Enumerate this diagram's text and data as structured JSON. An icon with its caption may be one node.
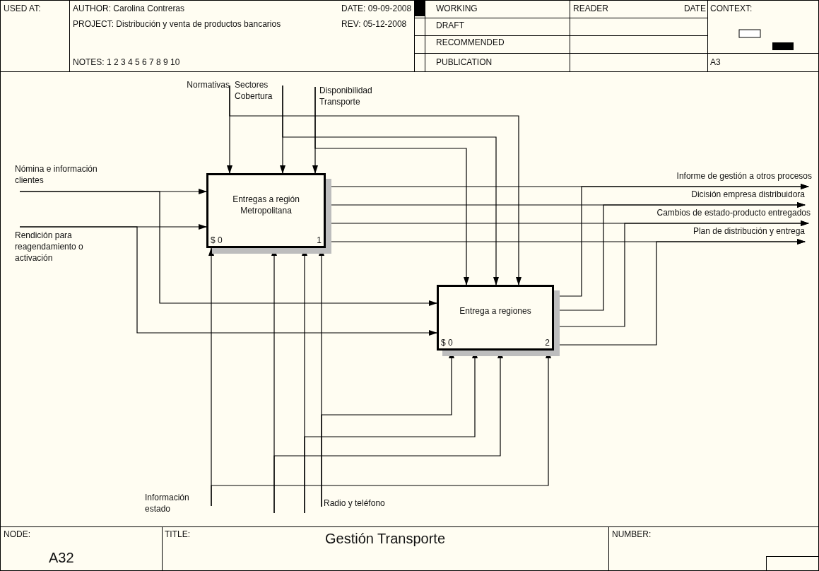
{
  "diagram": {
    "title": "Gestión Transporte",
    "nodes": [
      {
        "text": [
          "Entregas a región Metropolitana",
          "$ 0",
          "1"
        ]
      },
      {
        "text": [
          "Entrega a regiones",
          "$ 0",
          "2"
        ]
      },
      {
        "text": [
          "Nómina e información clientes"
        ]
      },
      {
        "text": [
          "Rendición para reagendamiento o activación"
        ]
      },
      {
        "text": [
          "Normativas"
        ]
      },
      {
        "text": [
          "Sectores Cobertura"
        ]
      },
      {
        "text": [
          "Disponibilidad Transporte"
        ]
      },
      {
        "text": [
          "Información estado"
        ]
      },
      {
        "text": [
          "Radio y teléfono"
        ]
      },
      {
        "text": [
          "Informe de gestión a otros procesos"
        ]
      },
      {
        "text": [
          "Dicisión empresa distribuidora"
        ]
      },
      {
        "text": [
          "Cambios de estado-producto entregados"
        ]
      },
      {
        "text": [
          "Plan de distribución y entrega"
        ]
      }
    ],
    "edges": [
      {
        "from": 2,
        "to": 0,
        "arrow": "to"
      },
      {
        "from": 2,
        "to": 1,
        "arrow": "to"
      },
      {
        "from": 3,
        "to": 0,
        "arrow": "to"
      },
      {
        "from": 3,
        "to": 1,
        "arrow": "to"
      },
      {
        "from": 4,
        "to": 0,
        "arrow": "to"
      },
      {
        "from": 4,
        "to": 1,
        "arrow": "to"
      },
      {
        "from": 5,
        "to": 0,
        "arrow": "to"
      },
      {
        "from": 5,
        "to": 1,
        "arrow": "to"
      },
      {
        "from": 6,
        "to": 0,
        "arrow": "to"
      },
      {
        "from": 6,
        "to": 1,
        "arrow": "to"
      },
      {
        "from": 7,
        "to": 0,
        "arrow": "to"
      },
      {
        "from": 7,
        "to": 1,
        "arrow": "to"
      },
      {
        "from": null,
        "to": 0,
        "arrow": "to"
      },
      {
        "from": null,
        "to": 1,
        "arrow": "to"
      },
      {
        "from": null,
        "to": 0,
        "arrow": "to"
      },
      {
        "from": null,
        "to": 1,
        "arrow": "to"
      },
      {
        "from": 8,
        "to": 0,
        "arrow": "to"
      },
      {
        "from": 8,
        "to": 1,
        "arrow": "to"
      },
      {
        "from": 0,
        "to": 9,
        "arrow": "to"
      },
      {
        "from": 1,
        "to": 9,
        "arrow": "to"
      },
      {
        "from": 0,
        "to": 10,
        "arrow": "to"
      },
      {
        "from": 1,
        "to": 10,
        "arrow": "to"
      },
      {
        "from": 0,
        "to": 11,
        "arrow": "to"
      },
      {
        "from": 1,
        "to": 11,
        "arrow": "to"
      },
      {
        "from": 0,
        "to": 12,
        "arrow": "to"
      },
      {
        "from": 1,
        "to": 12,
        "arrow": "to"
      }
    ],
    "labels": [
      "USED AT:",
      "AUTHOR: Carolina Contreras",
      "DATE: 09-09-2008",
      "WORKING",
      "READER",
      "DATE",
      "CONTEXT:",
      "PROJECT: Distribución y venta de productos bancarios",
      "REV: 05-12-2008",
      "DRAFT",
      "RECOMMENDED",
      "NOTES: 1 2 3 4 5 6 7 8 9 10",
      "PUBLICATION",
      "A3",
      "NODE:",
      "A32",
      "TITLE:",
      "NUMBER:"
    ]
  }
}
